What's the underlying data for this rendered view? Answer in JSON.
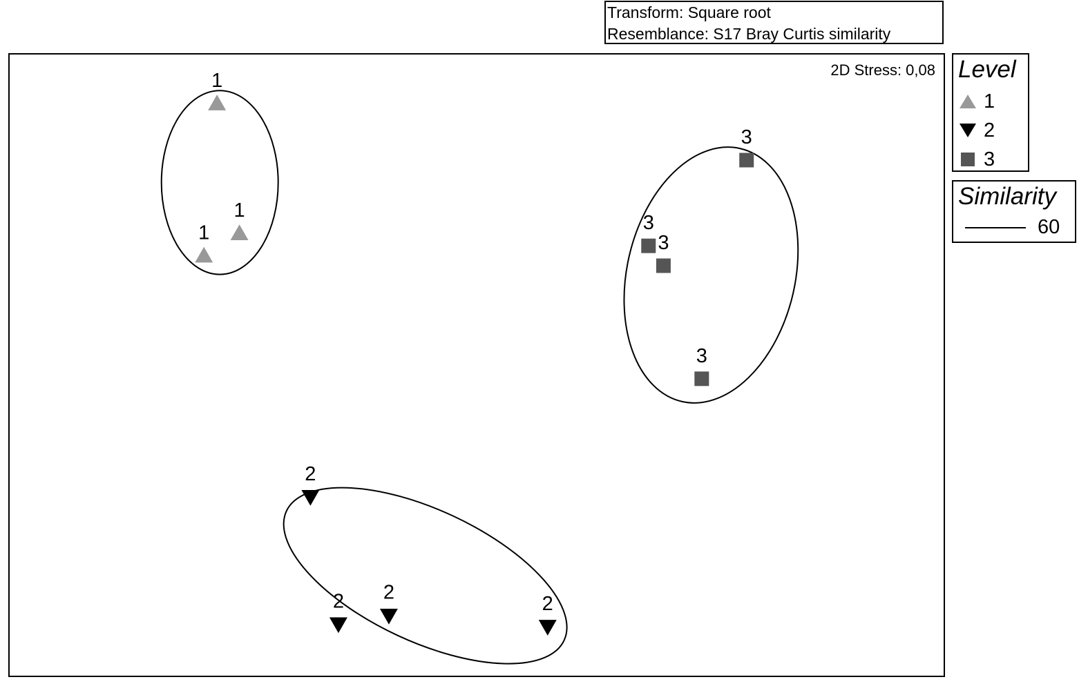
{
  "header": {
    "transform": "Transform: Square root",
    "resemblance": "Resemblance: S17 Bray Curtis similarity"
  },
  "stress_label": "2D Stress: 0,08",
  "legend": {
    "title": "Level",
    "items": [
      {
        "label": "1",
        "shape": "triangle-up",
        "color": "#999999"
      },
      {
        "label": "2",
        "shape": "triangle-down",
        "color": "#000000"
      },
      {
        "label": "3",
        "shape": "square",
        "color": "#555555"
      }
    ]
  },
  "similarity_legend": {
    "title": "Similarity",
    "value": "60"
  },
  "chart_data": {
    "type": "scatter",
    "title": "",
    "xlabel": "",
    "ylabel": "",
    "grid": false,
    "legend_position": "right",
    "xlim": [
      0,
      100
    ],
    "ylim": [
      0,
      100
    ],
    "series": [
      {
        "name": "1",
        "marker": "triangle-up",
        "color": "#999999",
        "points": [
          {
            "x": 22.2,
            "y": 92.1,
            "label": "1"
          },
          {
            "x": 24.6,
            "y": 71.2,
            "label": "1"
          },
          {
            "x": 20.8,
            "y": 67.6,
            "label": "1"
          }
        ]
      },
      {
        "name": "2",
        "marker": "triangle-down",
        "color": "#000000",
        "points": [
          {
            "x": 32.2,
            "y": 28.8,
            "label": "2"
          },
          {
            "x": 35.2,
            "y": 8.3,
            "label": "2"
          },
          {
            "x": 40.6,
            "y": 9.7,
            "label": "2"
          },
          {
            "x": 57.6,
            "y": 7.9,
            "label": "2"
          }
        ]
      },
      {
        "name": "3",
        "marker": "square",
        "color": "#555555",
        "points": [
          {
            "x": 78.9,
            "y": 83.0,
            "label": "3"
          },
          {
            "x": 68.4,
            "y": 69.2,
            "label": "3"
          },
          {
            "x": 70.0,
            "y": 66.0,
            "label": "3"
          },
          {
            "x": 74.1,
            "y": 47.8,
            "label": "3"
          }
        ]
      }
    ],
    "similarity_contours": [
      {
        "level": 60,
        "cx": 22.5,
        "cy": 79.4,
        "rx": 6.25,
        "ry": 14.8,
        "rotation": 0
      },
      {
        "level": 60,
        "cx": 75.1,
        "cy": 64.5,
        "rx": 9.0,
        "ry": 20.9,
        "rotation": 13
      },
      {
        "level": 60,
        "cx": 44.5,
        "cy": 16.1,
        "rx": 16.4,
        "ry": 10.6,
        "rotation": 25
      }
    ]
  }
}
